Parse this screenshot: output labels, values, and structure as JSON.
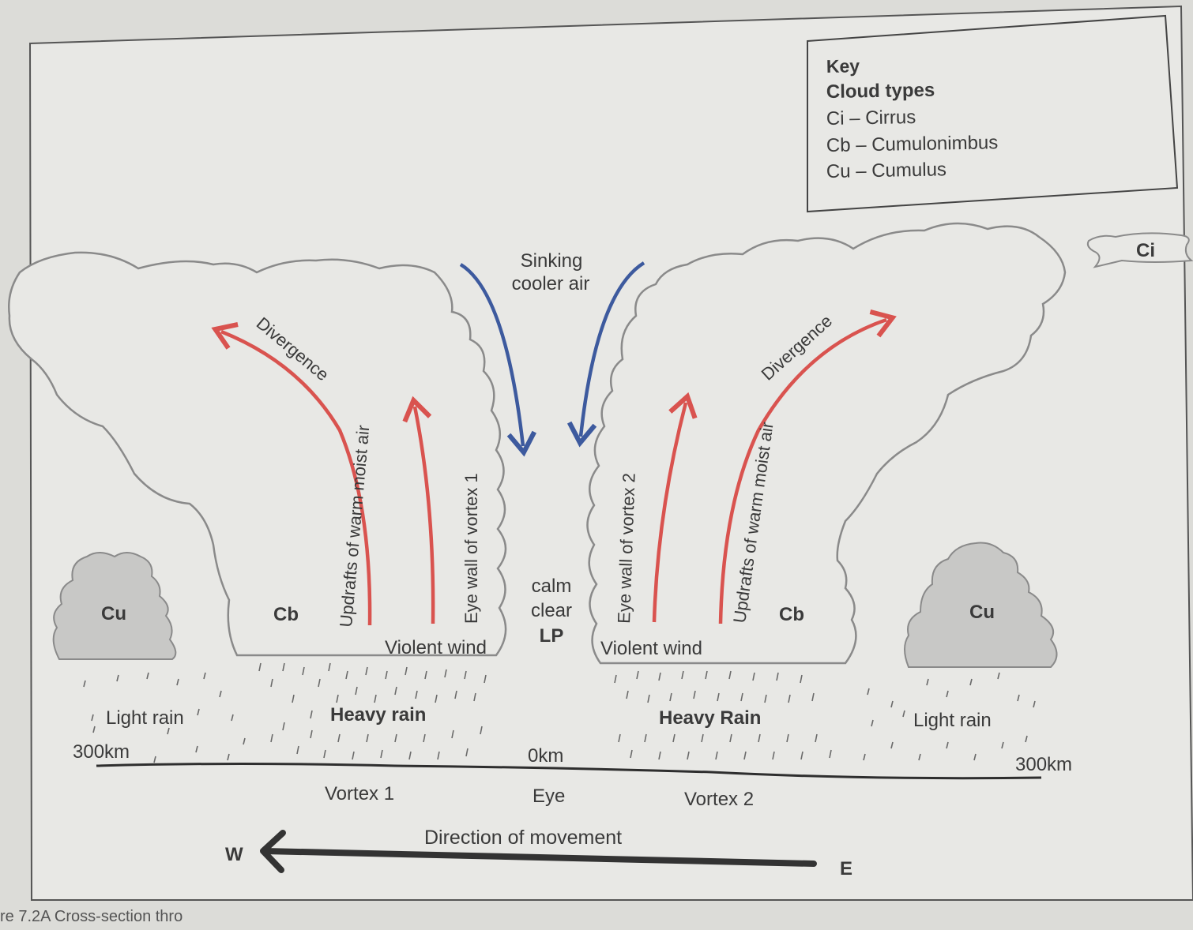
{
  "key": {
    "heading": "Key",
    "subheading": "Cloud types",
    "entries": [
      "Ci – Cirrus",
      "Cb – Cumulonimbus",
      "Cu – Cumulus"
    ]
  },
  "clouds": {
    "cirrus": "Ci",
    "cumulonimbus_left": "Cb",
    "cumulonimbus_right": "Cb",
    "cumulus_left": "Cu",
    "cumulus_right": "Cu"
  },
  "labels": {
    "sinking_line1": "Sinking",
    "sinking_line2": "cooler air",
    "divergence_left": "Divergence",
    "divergence_right": "Divergence",
    "updrafts_left": "Updrafts of warm moist air",
    "updrafts_right": "Updrafts of warm moist air",
    "eye_wall_1": "Eye wall of vortex 1",
    "eye_wall_2": "Eye wall of vortex 2",
    "calm": "calm",
    "clear": "clear",
    "lp": "LP",
    "violent_wind_left": "Violent wind",
    "violent_wind_right": "Violent wind",
    "light_rain_left": "Light rain",
    "light_rain_right": "Light rain",
    "heavy_rain_left": "Heavy rain",
    "heavy_rain_right": "Heavy Rain"
  },
  "axis": {
    "left_distance": "300km",
    "center_distance": "0km",
    "right_distance": "300km",
    "vortex_1": "Vortex 1",
    "eye": "Eye",
    "vortex_2": "Vortex 2"
  },
  "movement": {
    "label": "Direction of movement",
    "west": "W",
    "east": "E"
  },
  "caption": "re 7.2A Cross-section thro",
  "colors": {
    "updraft": "#d9534f",
    "sinking": "#3d5a9e",
    "cumulus_fill": "#c8c8c6",
    "cloud_outline": "#8a8a8a",
    "ground_line": "#2e2e2e",
    "arrow": "#333333"
  }
}
